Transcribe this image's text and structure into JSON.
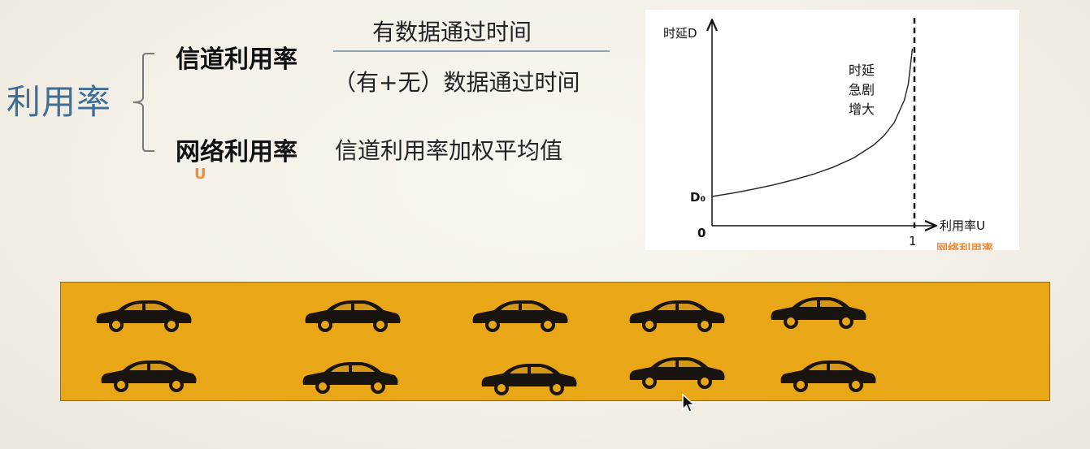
{
  "slide": {
    "main_term": "利用率",
    "channel": {
      "label": "信道利用率",
      "numerator": "有数据通过时间",
      "denominator": "（有+无）数据通过时间"
    },
    "network": {
      "label": "网络利用率",
      "definition": "信道利用率加权平均值",
      "symbol": "U"
    }
  },
  "chart_data": {
    "type": "line",
    "ylabel": "时延D",
    "xlabel": "利用率U",
    "x_axis_note": "网络利用率",
    "y_start_label": "D₀",
    "origin_label": "0",
    "x_max_label": "1",
    "annotation": [
      "时延",
      "急剧",
      "增大"
    ],
    "xlim": [
      0,
      1
    ],
    "series": [
      {
        "x": [
          0,
          0.1,
          0.2,
          0.3,
          0.4,
          0.5,
          0.6,
          0.7,
          0.8,
          0.85,
          0.9,
          0.95,
          0.97,
          0.99
        ],
        "y": [
          1.0,
          1.11,
          1.25,
          1.43,
          1.67,
          2.0,
          2.5,
          3.33,
          5.0,
          6.67,
          10.0,
          20.0,
          33.3,
          100.0
        ]
      }
    ],
    "asymptote_x": 1,
    "colors": {
      "curve": "#222222",
      "asymptote": "#111111"
    }
  },
  "road": {
    "color": "#e9a617",
    "cars_top_row": 5,
    "cars_bottom_row": 5
  },
  "icons": [
    "left-brace-icon",
    "car-icon",
    "mouse-cursor-icon"
  ]
}
